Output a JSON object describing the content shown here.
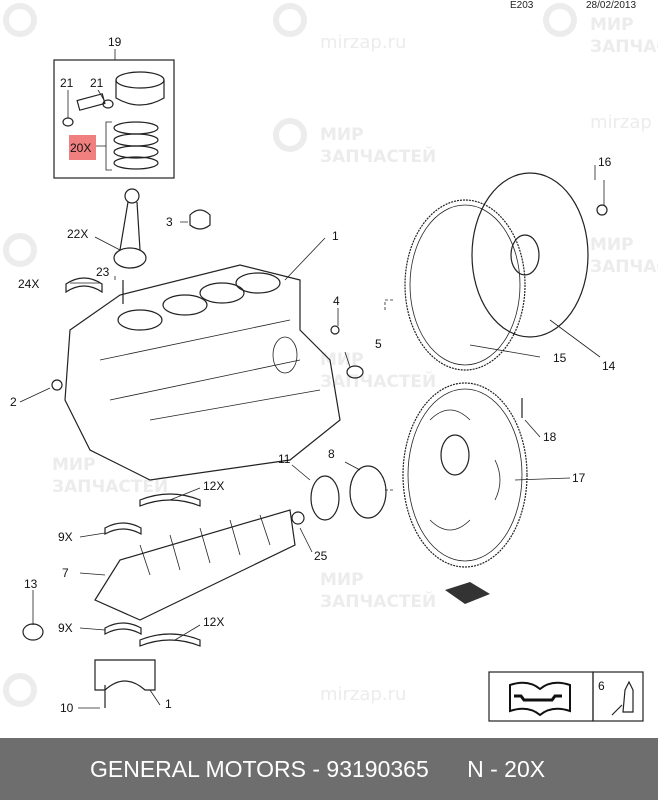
{
  "header": {
    "diagram_code": "E203",
    "date": "28/02/2013"
  },
  "watermark": {
    "line1": "МИР",
    "line2": "ЗАПЧАСТЕЙ",
    "site": "mirzap.ru",
    "site_short": "mirzap"
  },
  "callouts": {
    "piston_assembly": "19",
    "circlip_left": "21",
    "circlip_right": "21",
    "piston_rings": "20X",
    "plug": "3",
    "conrod": "22X",
    "block": "1",
    "conrod_bearing": "24X",
    "conrod_bolt": "23",
    "bolt_4": "4",
    "seal_5": "5",
    "plug_2": "2",
    "bolt_16": "16",
    "flywheel_ring": "15",
    "flywheel": "14",
    "bolt_18": "18",
    "flexplate": "17",
    "seal_11": "11",
    "seal_housing": "8",
    "main_bearing_upper": "12X",
    "thrust_bearing_upper": "9X",
    "sprocket": "25",
    "crankshaft": "7",
    "front_seal": "13",
    "thrust_bearing_lower": "9X",
    "main_bearing_lower": "12X",
    "bearing_cap": "1",
    "cap_bolt": "10",
    "sealant": "6"
  },
  "highlight_color": "#f08080",
  "footer": {
    "text": "GENERAL MOTORS - 93190365      N - 20X"
  }
}
